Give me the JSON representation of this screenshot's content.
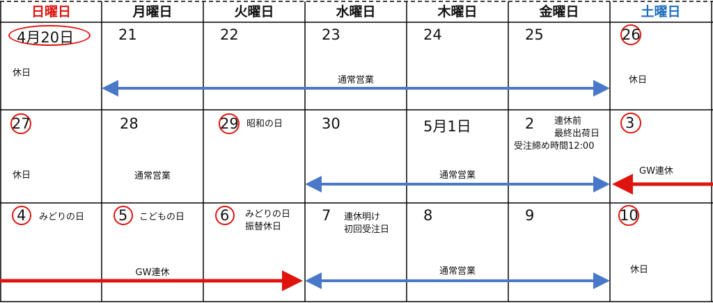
{
  "colors": {
    "sunday": "#e0140f",
    "saturday": "#1f6fbf",
    "blue_arrow": "#4a78c8",
    "red_arrow": "#e0140f"
  },
  "headers": [
    "日曜日",
    "月曜日",
    "火曜日",
    "水曜日",
    "木曜日",
    "金曜日",
    "土曜日"
  ],
  "weeks": [
    {
      "days": [
        "4月20日",
        "21",
        "22",
        "23",
        "24",
        "25",
        "26"
      ]
    },
    {
      "days": [
        "27",
        "28",
        "29",
        "30",
        "5月1日",
        "2",
        "3"
      ]
    },
    {
      "days": [
        "4",
        "5",
        "6",
        "7",
        "8",
        "9",
        "10"
      ]
    }
  ],
  "labels": {
    "w1_sun": "休日",
    "w1_sat": "休日",
    "w1_band": "通常営業",
    "w2_sun": "休日",
    "w2_mon": "通常営業",
    "w2_tue": "昭和の日",
    "w2_fri_1": "連休前",
    "w2_fri_2": "最終出荷日",
    "w2_fri_3": "受注締め時間12:00",
    "w2_band": "通常営業",
    "w2_sat": "GW連休",
    "w3_sun": "みどりの日",
    "w3_mon": "こどもの日",
    "w3_tue_1": "みどりの日",
    "w3_tue_2": "振替休日",
    "w3_wed_1": "連休明け",
    "w3_wed_2": "初回受注日",
    "w3_red_band": "GW連休",
    "w3_band": "通常営業",
    "w3_sat": "休日"
  }
}
